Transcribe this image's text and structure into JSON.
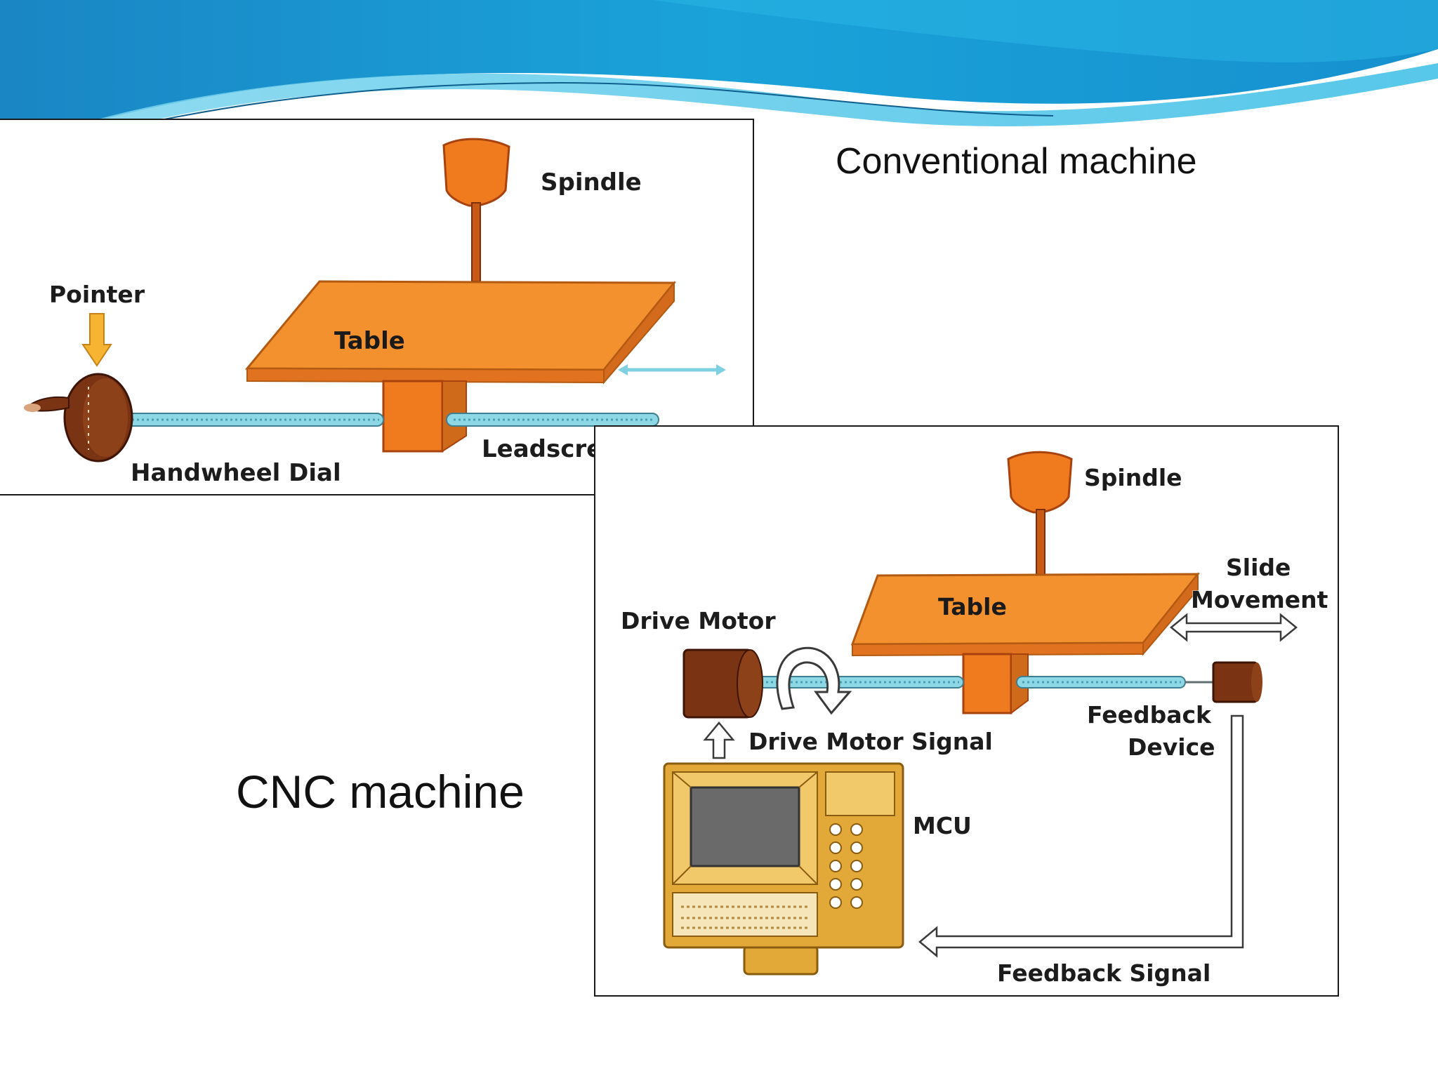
{
  "captions": {
    "conventional": "Conventional machine",
    "cnc": "CNC machine"
  },
  "conventional_diagram": {
    "spindle": "Spindle",
    "pointer": "Pointer",
    "table": "Table",
    "handwheel_dial": "Handwheel Dial",
    "leadscrew": "Leadscrew"
  },
  "cnc_diagram": {
    "spindle": "Spindle",
    "table": "Table",
    "slide_movement_line1": "Slide",
    "slide_movement_line2": "Movement",
    "drive_motor": "Drive Motor",
    "drive_motor_signal": "Drive Motor Signal",
    "feedback_device_line1": "Feedback",
    "feedback_device_line2": "Device",
    "mcu": "MCU",
    "feedback_signal": "Feedback Signal"
  },
  "colors": {
    "header_blue": "#1b90c9",
    "header_cyan": "#19c0e6",
    "orange": "#f07a1e",
    "orange_dark": "#c0541a",
    "table_top": "#f3912f",
    "leadscrew": "#8ed7e4",
    "motor_brown": "#7a3414",
    "mcu_yellow": "#e2a838"
  }
}
